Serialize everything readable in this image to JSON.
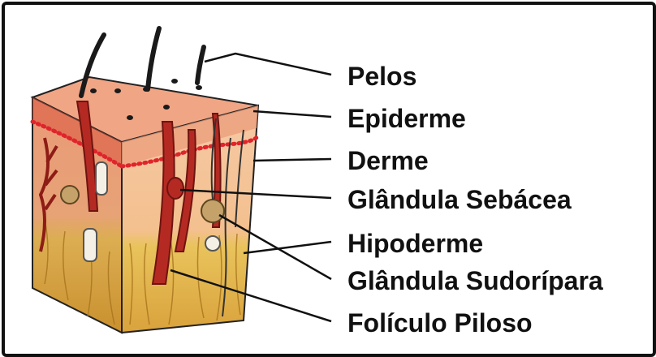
{
  "labels": {
    "pelos": "Pelos",
    "epiderme": "Epiderme",
    "derme": "Derme",
    "glandula_sebacea": "Glândula Sebácea",
    "hipoderme": "Hipoderme",
    "glandula_sudoripara": "Glândula Sudorípara",
    "foliculo_piloso": "Folículo Piloso"
  },
  "colors": {
    "epidermis": "#f0a585",
    "dermis_dots": "#e0242c",
    "follicle": "#b42a22",
    "hypodermis": "#e9c35c",
    "gland": "#c4a26a",
    "line": "#111111"
  }
}
